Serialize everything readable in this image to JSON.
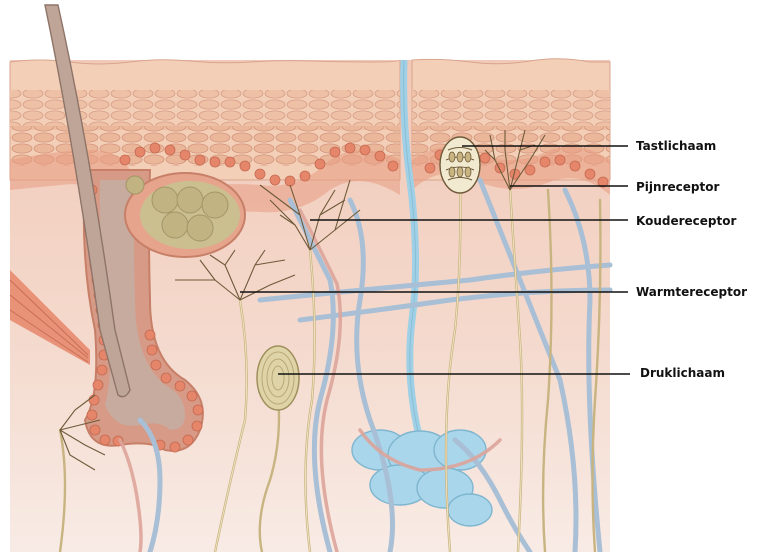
{
  "labels": {
    "tastlichaam": "Tastlichaam",
    "pijnreceptor": "Pijnreceptor",
    "koudereceptor": "Koudereceptor",
    "warmtereceptor": "Warmtereceptor",
    "druklichaam": "Druklichaam"
  },
  "colors": {
    "skin_surface": "#f2cbb2",
    "epidermis_cells": "#e9b99c",
    "dermis": "#f4d6c8",
    "hypodermis": "#f7e4dc",
    "gland_cells": "#e5866a",
    "sebaceous": "#c9c08e",
    "vessel_blue": "#a8bfd6",
    "vessel_light": "#9fd0e6",
    "nerve": "#d8c89a",
    "hair": "#bfa597",
    "muscle": "#e5866a",
    "leader_line": "#111111"
  }
}
